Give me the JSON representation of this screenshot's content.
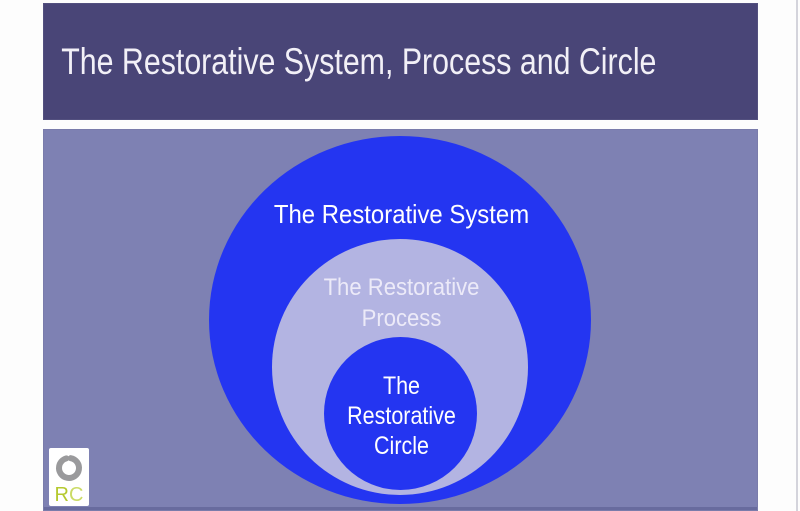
{
  "header": {
    "title": "The Restorative System, Process and Circle"
  },
  "diagram": {
    "type": "nested-circles",
    "system": {
      "label": "The Restorative System"
    },
    "process": {
      "line1": "The Restorative",
      "line2": "Process"
    },
    "circle": {
      "line1": "The",
      "line2": "Restorative",
      "line3": "Circle"
    }
  },
  "logo": {
    "icon": "circle-ring-icon",
    "letter_r": "R",
    "letter_c": "C"
  },
  "colors": {
    "header_bg": "#494577",
    "body_bg": "#7e81b3",
    "circle_blue": "#2435f1",
    "circle_lavender": "#b3b4e2",
    "title_text": "#f2f0f7",
    "process_text": "#eceaf8",
    "logo_r_green": "#b5c92f",
    "logo_c_green": "#cbdb66",
    "ring_gray": "#9a9a9c"
  }
}
